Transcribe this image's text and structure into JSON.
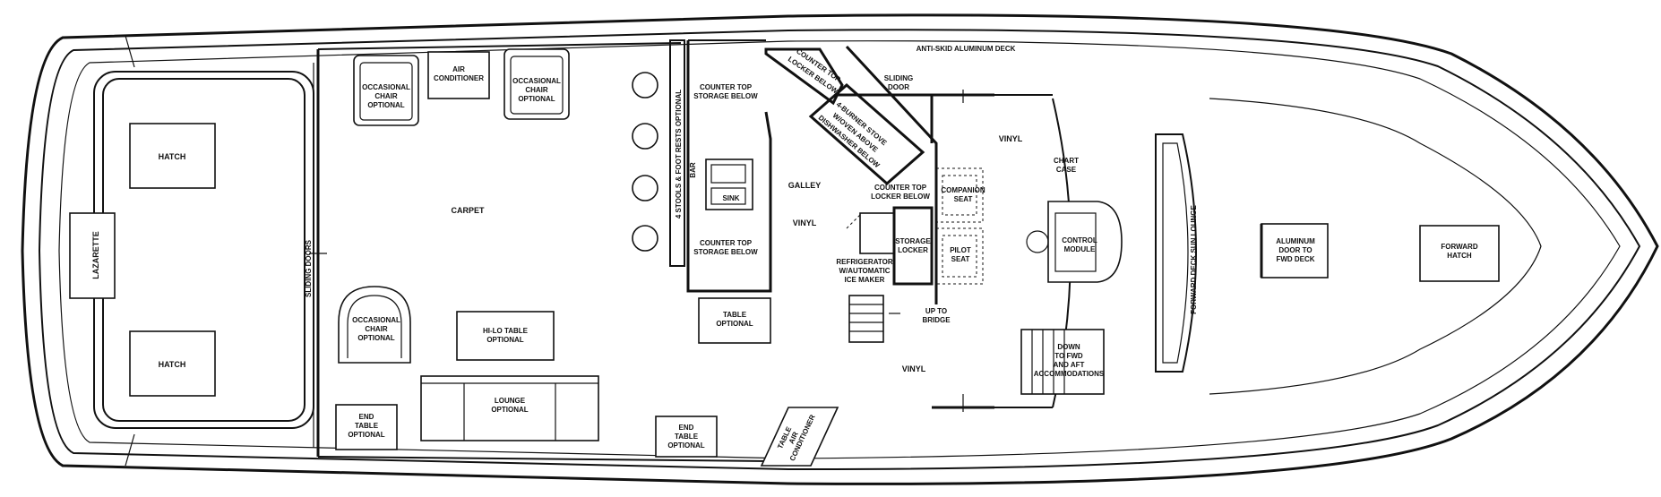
{
  "labels": {
    "hatch_aft_top": "HATCH",
    "hatch_aft_bottom": "HATCH",
    "lazarette": "LAZARETTE",
    "sliding_doors": "SLIDING DOORS",
    "carpet": "CARPET",
    "chair_1": [
      "OCCASIONAL",
      "CHAIR",
      "OPTIONAL"
    ],
    "air_conditioner": [
      "AIR",
      "CONDITIONER"
    ],
    "chair_2": [
      "OCCASIONAL",
      "CHAIR",
      "OPTIONAL"
    ],
    "chair_3": [
      "OCCASIONAL",
      "CHAIR",
      "OPTIONAL"
    ],
    "hilo_table": [
      "HI-LO TABLE",
      "OPTIONAL"
    ],
    "lounge": [
      "LOUNGE",
      "OPTIONAL"
    ],
    "end_table_1": [
      "END",
      "TABLE",
      "OPTIONAL"
    ],
    "end_table_2": [
      "END",
      "TABLE",
      "OPTIONAL"
    ],
    "stools": "4 STOOLS & FOOT RESTS OPTIONAL",
    "bar": "BAR",
    "counter_storage_top": [
      "COUNTER TOP",
      "STORAGE BELOW"
    ],
    "counter_storage_bottom": [
      "COUNTER TOP",
      "STORAGE BELOW"
    ],
    "sink": "SINK",
    "galley": "GALLEY",
    "vinyl_galley": "VINYL",
    "counter_locker_top": [
      "COUNTER TOP",
      "LOCKER BELOW"
    ],
    "stove": [
      "4-BURNER STOVE",
      "W/OVEN ABOVE",
      "DISHWASHER BELOW"
    ],
    "counter_locker_mid": [
      "COUNTER TOP",
      "LOCKER BELOW"
    ],
    "refrigerator": [
      "REFRIGERATOR",
      "W/AUTOMATIC",
      "ICE MAKER"
    ],
    "storage_locker": [
      "STORAGE",
      "LOCKER"
    ],
    "table_optional": [
      "TABLE",
      "OPTIONAL"
    ],
    "up_to_bridge": [
      "UP TO",
      "BRIDGE"
    ],
    "table_air_conditioner": [
      "TABLE",
      "AIR",
      "CONDITIONER"
    ],
    "anti_skid_deck": "ANTI-SKID ALUMINUM DECK",
    "sliding_door": [
      "SLIDING",
      "DOOR"
    ],
    "vinyl_top": "VINYL",
    "vinyl_bottom": "VINYL",
    "companion_seat": [
      "COMPANION",
      "SEAT"
    ],
    "pilot_seat": [
      "PILOT",
      "SEAT"
    ],
    "chart_case": [
      "CHART",
      "CASE"
    ],
    "control_module": [
      "CONTROL",
      "MODULE"
    ],
    "down_accommodations": [
      "DOWN",
      "TO FWD",
      "AND AFT",
      "ACCOMMODATIONS"
    ],
    "forward_deck_sun_lounge": "FORWARD DECK SUN LOUNGE",
    "aluminum_door": [
      "ALUMINUM",
      "DOOR TO",
      "FWD DECK"
    ],
    "forward_hatch": [
      "FORWARD",
      "HATCH"
    ]
  }
}
